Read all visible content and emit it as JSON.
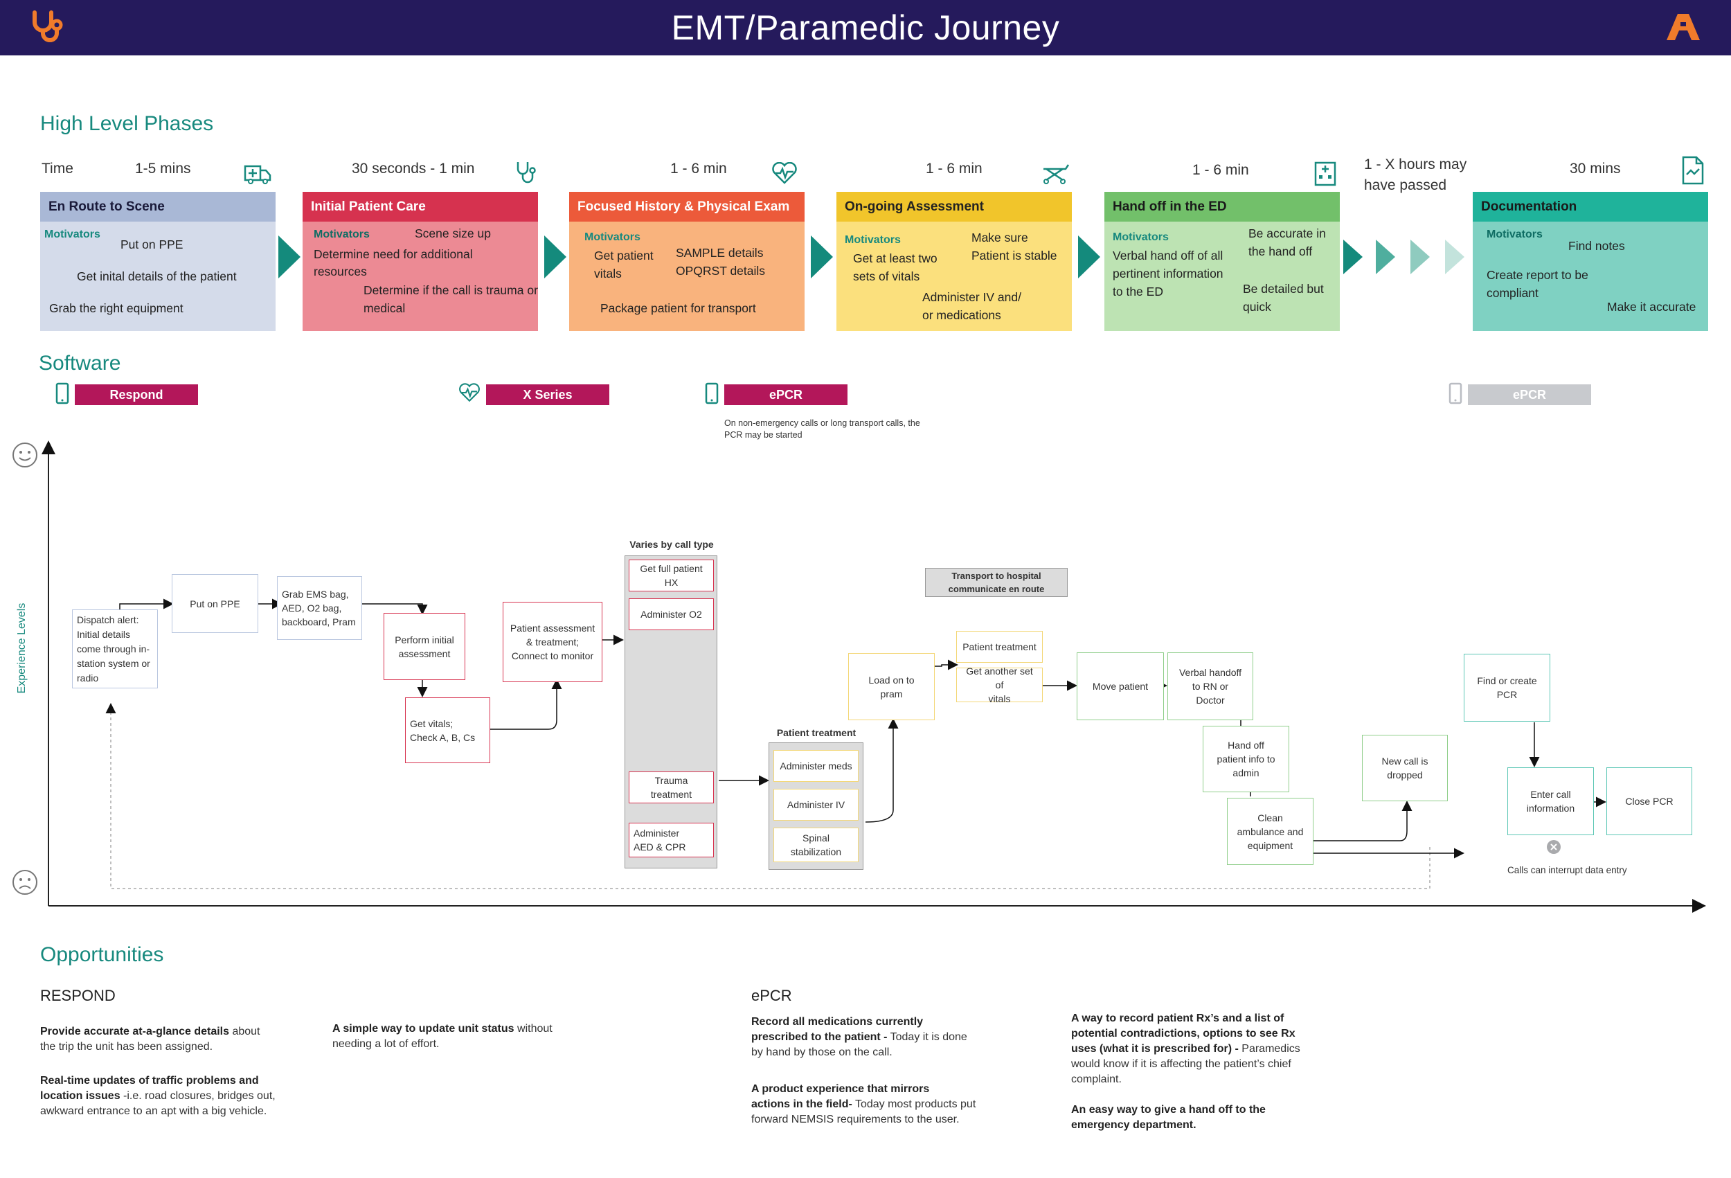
{
  "header": {
    "title": "EMT/Paramedic Journey",
    "logo_left_icon": "stethoscope-logo-icon",
    "logo_right_icon": "brand-a-logo-icon"
  },
  "colors": {
    "header_bg": "#251a5c",
    "accent_teal": "#17897e",
    "arrow_teal": "#148a7c"
  },
  "phases_title": "High Level Phases",
  "time_label": "Time",
  "times": [
    "1-5 mins",
    "30 seconds - 1 min",
    "1 - 6 min",
    "1 - 6 min",
    "1 - 6 min",
    "30 mins"
  ],
  "gap_time": {
    "line1": "1 - X hours may",
    "line2": "have passed"
  },
  "phase_icons": [
    "ambulance-icon",
    "stethoscope-icon",
    "heartbeat-icon",
    "stretcher-icon",
    "hospital-icon",
    "document-icon"
  ],
  "phases": [
    {
      "title": "En Route to Scene",
      "head_color": "#a9b8d6",
      "body_color": "#d4dbea",
      "motivators_label": "Motivators",
      "items": [
        "Put on PPE",
        "Get inital details of the patient",
        "Grab the right equipment"
      ]
    },
    {
      "title": "Initial Patient Care",
      "head_color": "#d6324f",
      "body_color": "#ec8a94",
      "motivators_label": "Motivators",
      "items": [
        "Scene size up",
        "Determine need for additional",
        "resources",
        "Determine if the call is trauma or",
        "medical"
      ]
    },
    {
      "title": "Focused History & Physical Exam",
      "head_color": "#ec5a3a",
      "body_color": "#f9b37d",
      "motivators_label": "Motivators",
      "items": [
        "Get patient",
        "vitals",
        "SAMPLE details",
        "OPQRST details",
        "Package patient for transport"
      ]
    },
    {
      "title": "On-going Assessment",
      "head_color": "#f1c52b",
      "body_color": "#fbe07d",
      "motivators_label": "Motivators",
      "items": [
        "Make sure",
        "Patient is stable",
        "Get at least two",
        "sets of vitals",
        "Administer IV and/",
        "or medications"
      ]
    },
    {
      "title": "Hand off in the ED",
      "head_color": "#72c06a",
      "body_color": "#bde3b3",
      "motivators_label": "Motivators",
      "items": [
        "Be accurate in",
        "the hand off",
        "Verbal hand off of all",
        "pertinent information",
        "to the ED",
        "Be detailed but",
        "quick"
      ]
    },
    {
      "title": "Documentation",
      "head_color": "#1fb39b",
      "body_color": "#7fd1c2",
      "motivators_label": "Motivators",
      "items": [
        "Find notes",
        "Create report to be",
        "compliant",
        "Make it accurate"
      ]
    }
  ],
  "software": {
    "title": "Software",
    "bars": [
      {
        "label": "Respond",
        "icon": "tablet-icon",
        "color": "#b3175a"
      },
      {
        "label": "X Series",
        "icon": "heartbeat-icon",
        "color": "#b3175a"
      },
      {
        "label": "ePCR",
        "icon": "tablet-icon",
        "color": "#b3175a"
      },
      {
        "label": "ePCR",
        "icon": "tablet-icon",
        "color": "#c8cace"
      }
    ],
    "note_line1": "On non-emergency calls or long transport calls, the",
    "note_line2": "PCR may be started"
  },
  "journey": {
    "y_axis_label": "Experience Levels",
    "happy_icon": "happy-face-icon",
    "sad_icon": "sad-face-icon",
    "nodes": {
      "dispatch": [
        "Dispatch alert:",
        "Initial details",
        "come through in-",
        "station system or",
        "radio"
      ],
      "ppe": "Put on PPE",
      "grab": [
        "Grab EMS bag,",
        "AED, O2 bag,",
        "backboard, Pram"
      ],
      "perform": [
        "Perform initial",
        "assessment"
      ],
      "vitals": [
        "Get vitals;",
        "Check A, B, Cs"
      ],
      "assess": [
        "Patient assessment",
        "& treatment;",
        "Connect to monitor"
      ],
      "varies_label": "Varies by call type",
      "hx": "Get full patient HX",
      "o2": "Administer O2",
      "trauma": "Trauma treatment",
      "aed": [
        "Administer",
        "AED & CPR"
      ],
      "treat_label": "Patient treatment",
      "meds": "Administer meds",
      "iv": "Administer IV",
      "spinal": [
        "Spinal",
        "stabilization"
      ],
      "load": [
        "Load on to",
        "pram"
      ],
      "transport": [
        "Transport to hospital",
        "communicate en route"
      ],
      "pt_treat": "Patient treatment",
      "another": [
        "Get another set of",
        "vitals"
      ],
      "move": "Move patient",
      "verbal": [
        "Verbal handoff",
        "to RN or",
        "Doctor"
      ],
      "handoff_admin": [
        "Hand off",
        "patient info to",
        "admin"
      ],
      "clean": [
        "Clean",
        "ambulance and",
        "equipment"
      ],
      "newcall": [
        "New call is",
        "dropped"
      ],
      "find": [
        "Find or create",
        "PCR"
      ],
      "enter": [
        "Enter call",
        "information"
      ],
      "close": "Close PCR",
      "interrupt_icon": "close-circle-icon",
      "interrupt": "Calls can interrupt data entry"
    }
  },
  "opportunities": {
    "title": "Opportunities",
    "respond_head": "RESPOND",
    "epcr_head": "ePCR",
    "r1_bold": "Provide accurate at-a-glance details",
    "r1_rest": " about",
    "r1_line2": "the trip the unit has been assigned.",
    "r2_bold1": "Real-time updates of traffic problems and",
    "r2_bold2": "location issues",
    "r2_rest": " -i.e. road closures, bridges out,",
    "r2_line3": "awkward entrance to an apt with a big vehicle.",
    "r3_bold": "A simple way to update unit status",
    "r3_rest": " without",
    "r3_line2": "needing a lot of effort.",
    "e1_bold1": "Record all medications currently",
    "e1_bold2": "prescribed to the patient -",
    "e1_rest": " Today it is done",
    "e1_line3": "by hand by those on the call.",
    "e2_bold1": "A product experience that mirrors",
    "e2_bold2": "actions in the field-",
    "e2_rest": " Today most products put",
    "e2_line3": "forward NEMSIS requirements to the user.",
    "e3_bold1": "A way to record patient Rx’s and a list of",
    "e3_bold2": "potential contradictions, options to see Rx",
    "e3_bold3": "uses (what it is prescribed for) -",
    "e3_rest": " Paramedics",
    "e3_line4": "would know if it is affecting the patient’s chief",
    "e3_line5": "complaint.",
    "e4_bold1": "An easy way to give a hand off to the",
    "e4_bold2": "emergency department."
  }
}
